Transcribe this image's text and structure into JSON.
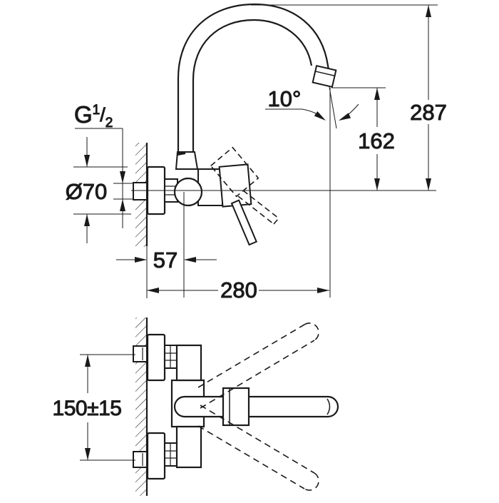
{
  "colors": {
    "line": "#1a1a1a",
    "background": "#ffffff"
  },
  "drawing": {
    "type": "faucet-installation-dimension-drawing",
    "views": {
      "side": {
        "thread": {
          "base": "G",
          "numerator": "1",
          "slash": "/",
          "denominator": "2"
        },
        "flange_diameter": "Ø70",
        "wall_to_spout_axis": "57",
        "spout_reach": "280",
        "outlet_angle": "10°",
        "outlet_height": "162",
        "overall_height": "287"
      },
      "plan": {
        "supply_centre_distance": "150±15"
      }
    }
  }
}
